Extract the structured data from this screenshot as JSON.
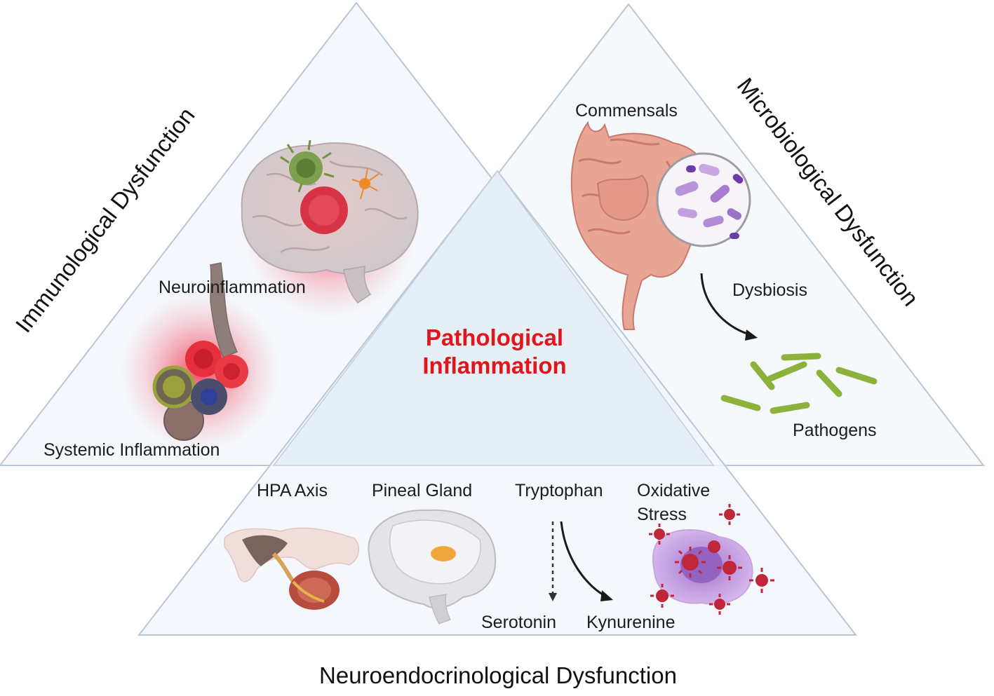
{
  "sides": {
    "left": "Immunological Dysfunction",
    "right": "Microbiological Dysfunction",
    "bottom": "Neuroendocrinological Dysfunction"
  },
  "center": {
    "line1": "Pathological",
    "line2": "Inflammation"
  },
  "immunological": {
    "neuro": "Neuroinflammation",
    "systemic": "Systemic Inflammation"
  },
  "microbiological": {
    "commensals": "Commensals",
    "dysbiosis": "Dysbiosis",
    "pathogens": "Pathogens"
  },
  "neuroendocrine": {
    "hpa": "HPA Axis",
    "pineal": "Pineal Gland",
    "tryptophan": "Tryptophan",
    "oxidative_1": "Oxidative",
    "oxidative_2": "Stress",
    "serotonin": "Serotonin",
    "kynurenine": "Kynurenine"
  },
  "colors": {
    "triangle_fill": "#f4f8fc",
    "triangle_edge": "#b8c6d6",
    "center_fill": "#e6eef6",
    "accent_red": "#e0161b",
    "pathogen_green": "#8cb23c"
  },
  "icons": [
    "brain-icon",
    "blood-cells-icon",
    "intestine-icon",
    "bacteria-magnifier-icon",
    "pathogen-rods-icon",
    "hpa-axis-icon",
    "pineal-brain-icon",
    "oxidative-cell-icon",
    "arrow-icon"
  ]
}
